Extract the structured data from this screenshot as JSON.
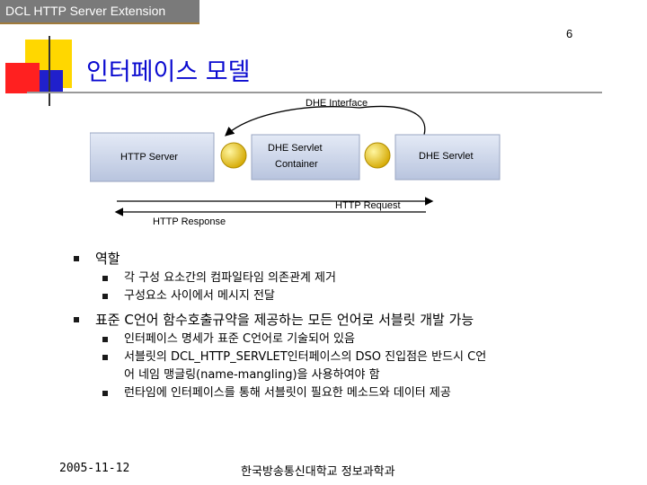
{
  "header": {
    "title": "DCL HTTP Server Extension",
    "page_number": "6"
  },
  "slide": {
    "title": "인터페이스 모델"
  },
  "diagram": {
    "interface_label": "DHE Interface",
    "http_server": "HTTP Server",
    "container_line1": "DHE Servlet",
    "container_line2": "Container",
    "servlet": "DHE Servlet",
    "request": "HTTP Request",
    "response": "HTTP Response",
    "colors": {
      "box_fill": "#c8d2e6",
      "connector": "#e8c400",
      "arrow": "#000000"
    }
  },
  "bullets": [
    {
      "text": "역할",
      "children": [
        "각 구성 요소간의 컴파일타임 의존관계 제거",
        "구성요소 사이에서 메시지 전달"
      ]
    },
    {
      "text": "표준 C언어 함수호출규약을 제공하는 모든 언어로 서블릿 개발 가능",
      "children": [
        "인터페이스 명세가 표준 C언어로 기술되어 있음",
        "서블릿의 DCL_HTTP_SERVLET인터페이스의 DSO 진입점은 반드시 C언",
        "어 네임 맹글링(name-mangling)을 사용하여야 함",
        "런타임에 인터페이스를 통해 서블릿이 필요한 메소드와 데이터 제공"
      ]
    }
  ],
  "footer": {
    "date": "2005-11-12",
    "org": "한국방송통신대학교 정보과학과"
  }
}
